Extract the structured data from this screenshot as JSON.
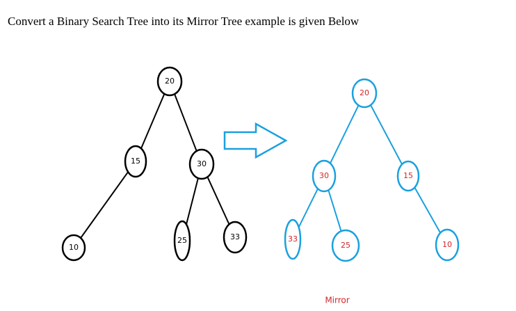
{
  "title": "Convert a Binary Search Tree into its Mirror Tree example is given Below",
  "colors": {
    "original_stroke": "#000000",
    "original_text": "#000000",
    "mirror_stroke": "#1aa0df",
    "mirror_text": "#d0262a",
    "arrow_stroke": "#1aa0df"
  },
  "original_tree": {
    "nodes": [
      {
        "id": "o20",
        "label": "20"
      },
      {
        "id": "o15",
        "label": "15"
      },
      {
        "id": "o30",
        "label": "30"
      },
      {
        "id": "o10",
        "label": "10"
      },
      {
        "id": "o25",
        "label": "25"
      },
      {
        "id": "o33",
        "label": "33"
      }
    ],
    "edges": [
      [
        "o20",
        "o15"
      ],
      [
        "o20",
        "o30"
      ],
      [
        "o15",
        "o10"
      ],
      [
        "o30",
        "o25"
      ],
      [
        "o30",
        "o33"
      ]
    ]
  },
  "mirror_tree": {
    "nodes": [
      {
        "id": "m20",
        "label": "20"
      },
      {
        "id": "m30",
        "label": "30"
      },
      {
        "id": "m15",
        "label": "15"
      },
      {
        "id": "m33",
        "label": "33"
      },
      {
        "id": "m25",
        "label": "25"
      },
      {
        "id": "m10",
        "label": "10"
      }
    ],
    "edges": [
      [
        "m20",
        "m30"
      ],
      [
        "m20",
        "m15"
      ],
      [
        "m30",
        "m33"
      ],
      [
        "m30",
        "m25"
      ],
      [
        "m15",
        "m10"
      ]
    ]
  },
  "mirror_caption": "Mirror",
  "arrow_icon": "right-arrow-outline-icon"
}
